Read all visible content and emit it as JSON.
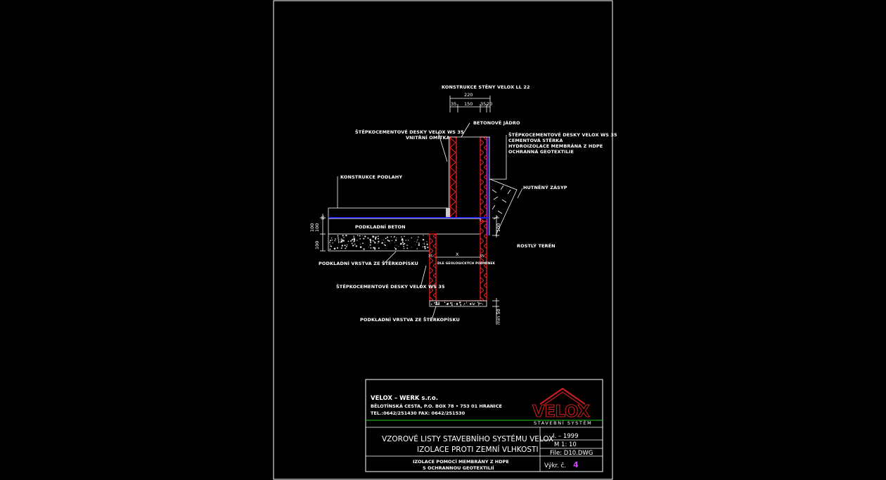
{
  "drawing": {
    "wall_title": "KONSTRUKCE STĚNY VELOX LL 22",
    "dims_top": {
      "total": "220",
      "a": "35",
      "b": "150",
      "c": "35",
      "d": "20"
    },
    "labels": {
      "concrete_core": "BETONOVÉ JÁDRO",
      "left_board_1": "ŠTĚPKOCEMENTOVÉ DESKY VELOX WS 35",
      "left_board_2": "VNITŘNÍ OMÍTKA",
      "right_layers": [
        "ŠTĚPKOCEMENTOVÉ DESKY VELOX WS 35",
        "CEMENTOVÁ STĚRKA",
        "HYDROIZOLACE MEMBRÁNA Z HDPE",
        "OCHRANNÁ GEOTEXTILIE"
      ],
      "floor_construction": "KONSTRUKCE PODLAHY",
      "compacted_backfill": "HUTNĚNÝ ZÁSYP",
      "base_concrete": "PODKLADNÍ BETON",
      "grown_terrain": "ROSTLÝ TERÉN",
      "gravel_layer_1": "PODKLADNÍ VRSTVA ZE ŠTĚRKOPÍSKU",
      "x_mark": "X",
      "geology_note": "DLE GEOLOGICKÝCH PODMÍNEK",
      "footing_boards": "ŠTĚPKOCEMENTOVÉ DESKY VELOX WS 35",
      "gravel_layer_2": "PODKLADNÍ VRSTVA ZE ŠTĚRKOPÍSKU"
    },
    "dims_left": {
      "d1": "100",
      "d2": "100",
      "d3": "100",
      "d4": "15"
    },
    "dims_right": {
      "d1": "100",
      "min": "min 50"
    },
    "footing_dims": {
      "left": "35",
      "right": "35"
    }
  },
  "title_block": {
    "company": "VELOX – WERK s.r.o.",
    "address": "BĚLOTÍNSKÁ CESTA, P.O. BOX 78 • 753 01 HRANICE",
    "phone": "TEL.:0642/251430   FAX: 0642/251530",
    "logo_text": "VELOX",
    "logo_sub": "STAVEBNÍ SYSTÉM",
    "title_line1": "VZOROVÉ LISTY STAVEBNÍHO SYSTÉMU VELOX",
    "title_line2": "IZOLACE PROTI ZEMNÍ VLHKOSTI",
    "subtitle_line1": "IZOLACE POMOCÍ MEMBRÁNY Z HDPE",
    "subtitle_line2": "S OCHRANNOU GEOTEXTILIÍ",
    "date": "I. – 1999",
    "scale": "M 1: 10",
    "file": "File: D10.DWG",
    "sheet_label": "Výkr. č.",
    "sheet_number": "4"
  },
  "colors": {
    "wall_red": "#ff2020",
    "membrane_blue": "#1a1aff",
    "logo_red": "#c81e1e",
    "green_line": "#22cc22",
    "sheet_number": "#cc44ff"
  }
}
